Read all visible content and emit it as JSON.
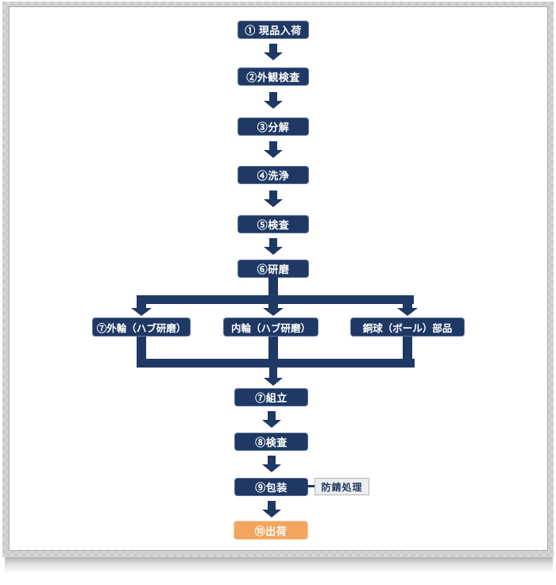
{
  "flow": {
    "top_steps": [
      {
        "label": "① 現品入荷"
      },
      {
        "label": "②外観検査"
      },
      {
        "label": "③分解"
      },
      {
        "label": "④洗浄"
      },
      {
        "label": "⑤検査"
      },
      {
        "label": "⑥研磨"
      }
    ],
    "branch_steps": [
      {
        "label": "⑦外輪（ハブ研磨）"
      },
      {
        "label": "内輪（ハブ研磨）"
      },
      {
        "label": "銅球（ボール）部品"
      }
    ],
    "bottom_steps": [
      {
        "label": "⑦組立"
      },
      {
        "label": "⑧検査"
      },
      {
        "label": "⑨包装"
      },
      {
        "label": "⑩出荷"
      }
    ],
    "side_note": {
      "label": "防錆処理"
    },
    "colors": {
      "node_navy": "#1f3864",
      "node_orange": "#f2a55e",
      "note_bg": "#ededed",
      "note_border": "#b5b5b5",
      "page_border": "#a9a9a9"
    }
  }
}
